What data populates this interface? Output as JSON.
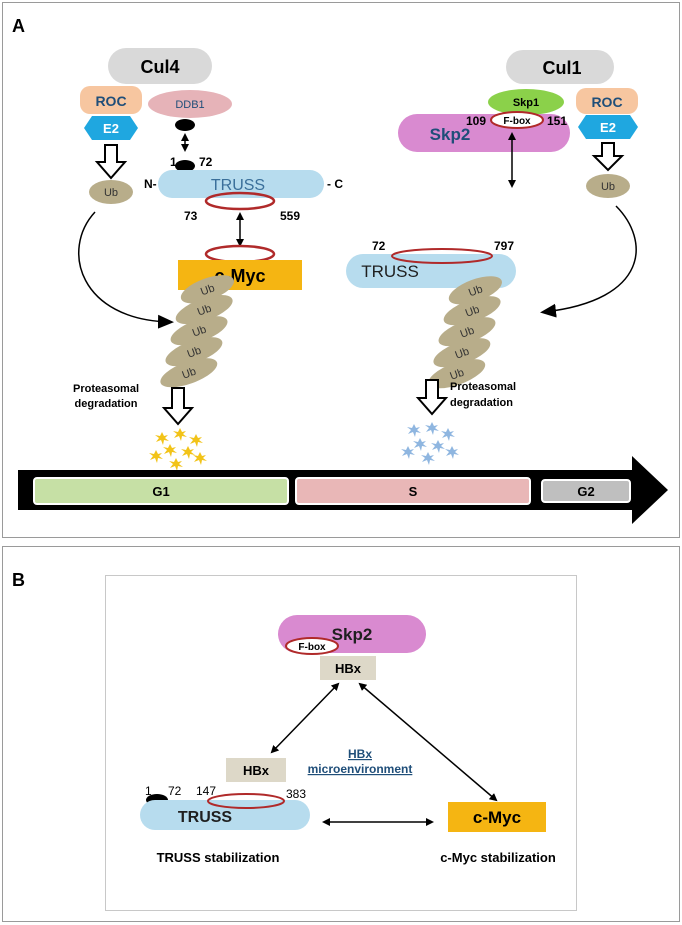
{
  "panel_a": {
    "label": "A",
    "left": {
      "cul4": "Cul4",
      "roc": "ROC",
      "e2": "E2",
      "ddb1": "DDB1",
      "ub": "Ub",
      "truss": "TRUSS",
      "n_term": "N-",
      "c_term": "- C",
      "res_1": "1",
      "res_72": "72",
      "res_73": "73",
      "res_559": "559",
      "cmyc": "c-Myc",
      "ub_chain": [
        "Ub",
        "Ub",
        "Ub",
        "Ub",
        "Ub"
      ],
      "proteasomal": "Proteasomal",
      "degradation": "degradation"
    },
    "right": {
      "cul1": "Cul1",
      "skp1": "Skp1",
      "roc": "ROC",
      "e2": "E2",
      "skp2": "Skp2",
      "fbox": "F-box",
      "res_109": "109",
      "res_151": "151",
      "ub": "Ub",
      "truss": "TRUSS",
      "res_72": "72",
      "res_797": "797",
      "ub_chain": [
        "Ub",
        "Ub",
        "Ub",
        "Ub",
        "Ub"
      ],
      "proteasomal": "Proteasomal",
      "degradation": "degradation"
    },
    "cell_cycle": {
      "g1": "G1",
      "s": "S",
      "g2": "G2"
    }
  },
  "panel_b": {
    "label": "B",
    "skp2": "Skp2",
    "fbox": "F-box",
    "hbx_top": "HBx",
    "hbx_left": "HBx",
    "hbx_micro_1": "HBx",
    "hbx_micro_2": "microenvironment",
    "res_1": "1",
    "res_72": "72",
    "res_147": "147",
    "res_383": "383",
    "truss": "TRUSS",
    "cmyc": "c-Myc",
    "truss_stab": "TRUSS stabilization",
    "cmyc_stab": "c-Myc stabilization"
  },
  "colors": {
    "cul": "#d9d9d9",
    "roc": "#f7c6a0",
    "e2": "#1fa7e0",
    "ddb1": "#e6b3b8",
    "ub": "#b8ad8a",
    "truss": "#b7dcee",
    "cmyc": "#f5b512",
    "skp1": "#8bd14a",
    "skp2": "#d98ad0",
    "domain_outline": "#b02a2a",
    "g1": "#c6e0a5",
    "s": "#e9b7b7",
    "g2": "#bfbfbf",
    "hbx": "#ddd8c8",
    "degr_yellow": "#f2c318",
    "degr_blue": "#8fb6e0"
  }
}
